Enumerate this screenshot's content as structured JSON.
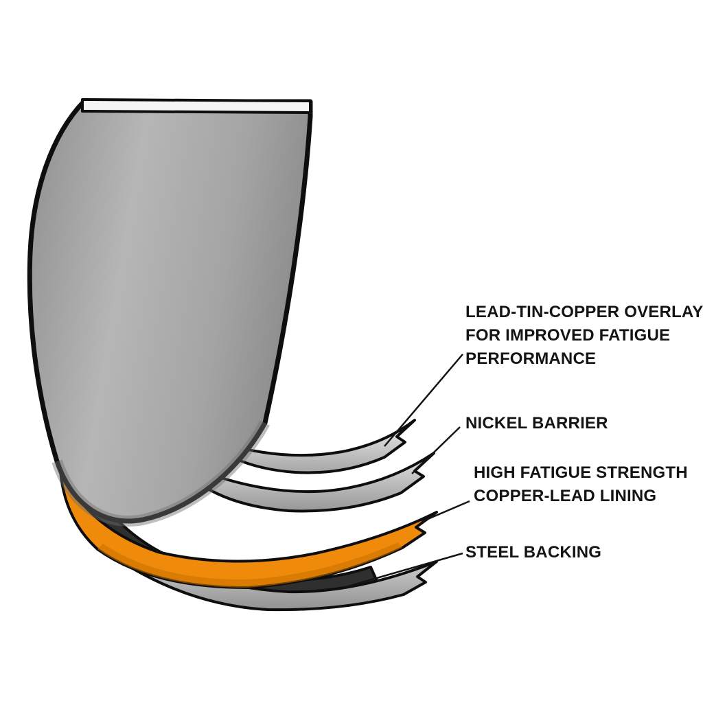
{
  "labels": {
    "overlay": {
      "line1": "LEAD-TIN-COPPER OVERLAY",
      "line2": "FOR IMPROVED FATIGUE",
      "line3": "PERFORMANCE"
    },
    "nickel": {
      "line1": "NICKEL BARRIER"
    },
    "lining": {
      "line1": "HIGH FATIGUE STRENGTH",
      "line2": "COPPER-LEAD LINING"
    },
    "steel": {
      "line1": "STEEL BACKING"
    }
  },
  "colors": {
    "lining_orange": "#EF8A0B",
    "shell_gray": "#A9A9A9",
    "dark_shadow": "#2E2E2E",
    "outline_black": "#0E0E0E",
    "background": "#FFFFFF"
  }
}
